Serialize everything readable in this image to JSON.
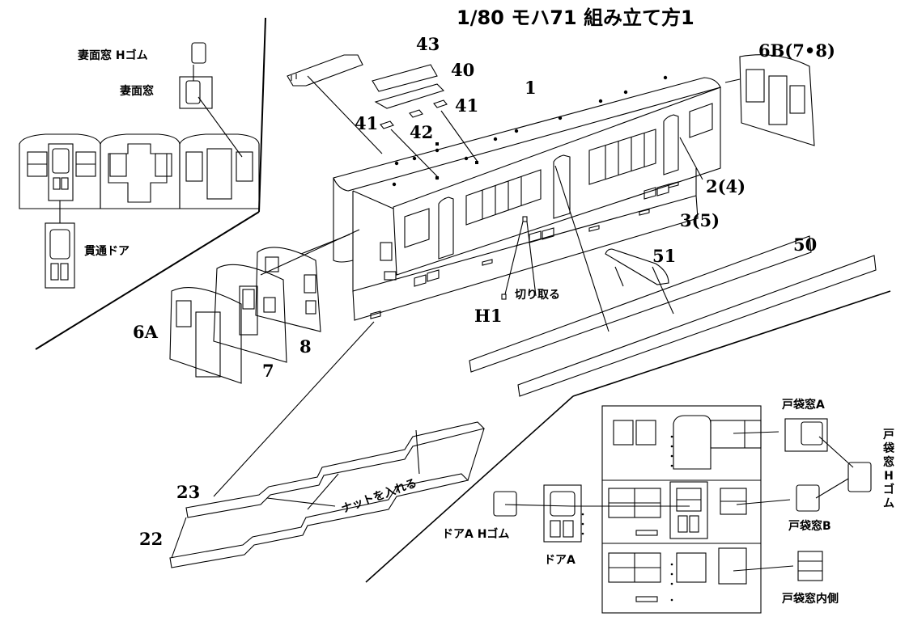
{
  "title": "1/80 モハ71 組み立て方1",
  "parts": {
    "p43": "43",
    "p40": "40",
    "p1": "1",
    "p41a": "41",
    "p41b": "41",
    "p42": "42",
    "p6b": "6B(7•8)",
    "p2": "2(4)",
    "p3": "3(5)",
    "p51": "51",
    "p50": "50",
    "p6a": "6A",
    "p7": "7",
    "p8": "8",
    "h1": "H1",
    "p23": "23",
    "p22": "22"
  },
  "notes": {
    "end_window_rubber": "妻面窓 Hゴム",
    "end_window": "妻面窓",
    "gangway_door": "貫通ドア",
    "cut_off": "切り取る",
    "insert_nut": "ナットを入れる",
    "door_pocket_window_a": "戸袋窓A",
    "door_pocket_rubber": "戸袋窓 Hゴム",
    "door_a_rubber": "ドアA Hゴム",
    "door_a": "ドアA",
    "door_pocket_window_b": "戸袋窓B",
    "door_pocket_window_inner": "戸袋窓内側"
  }
}
